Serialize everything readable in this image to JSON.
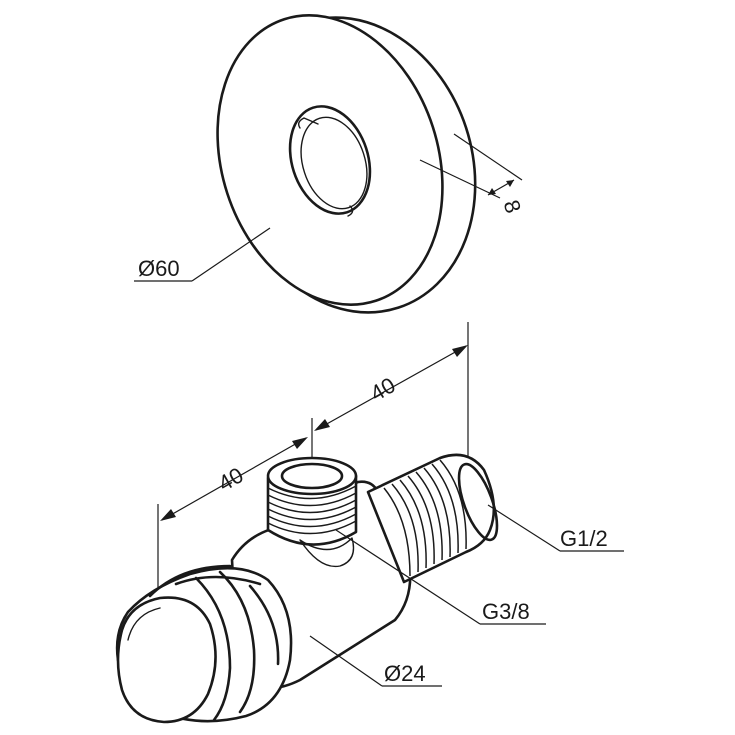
{
  "labels": {
    "rosette_diameter": "Ø60",
    "rosette_thickness": "8",
    "dim_outlet": "40",
    "dim_inlet": "40",
    "thread_inlet": "G1/2",
    "thread_outlet": "G3/8",
    "body_diameter": "Ø24"
  }
}
